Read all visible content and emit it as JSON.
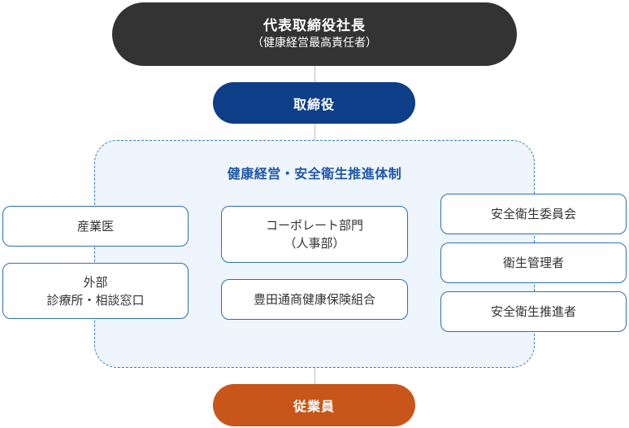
{
  "top": {
    "title": "代表取締役社長",
    "subtitle": "（健康経営最高責任者）"
  },
  "board": {
    "label": "取締役"
  },
  "area": {
    "title": "健康経営・安全衛生推進体制"
  },
  "left_boxes": [
    {
      "line1": "産業医",
      "line2": ""
    },
    {
      "line1": "外部",
      "line2": "診療所・相談窓口"
    }
  ],
  "center_boxes": [
    {
      "line1": "コーポレート部門",
      "line2": "（人事部）"
    },
    {
      "line1": "豊田通商健康保険組合",
      "line2": ""
    }
  ],
  "right_boxes": [
    {
      "label": "安全衛生委員会"
    },
    {
      "label": "衛生管理者"
    },
    {
      "label": "安全衛生推進者"
    }
  ],
  "employees": {
    "label": "従業員"
  },
  "colors": {
    "top_fill": "#333333",
    "board_fill": "#0f3e88",
    "employees_fill": "#c8561a",
    "area_border": "#3a7fc6",
    "area_fill": "#eef5fc",
    "area_title": "#1f56a7",
    "box_border": "#2b6fb8"
  }
}
